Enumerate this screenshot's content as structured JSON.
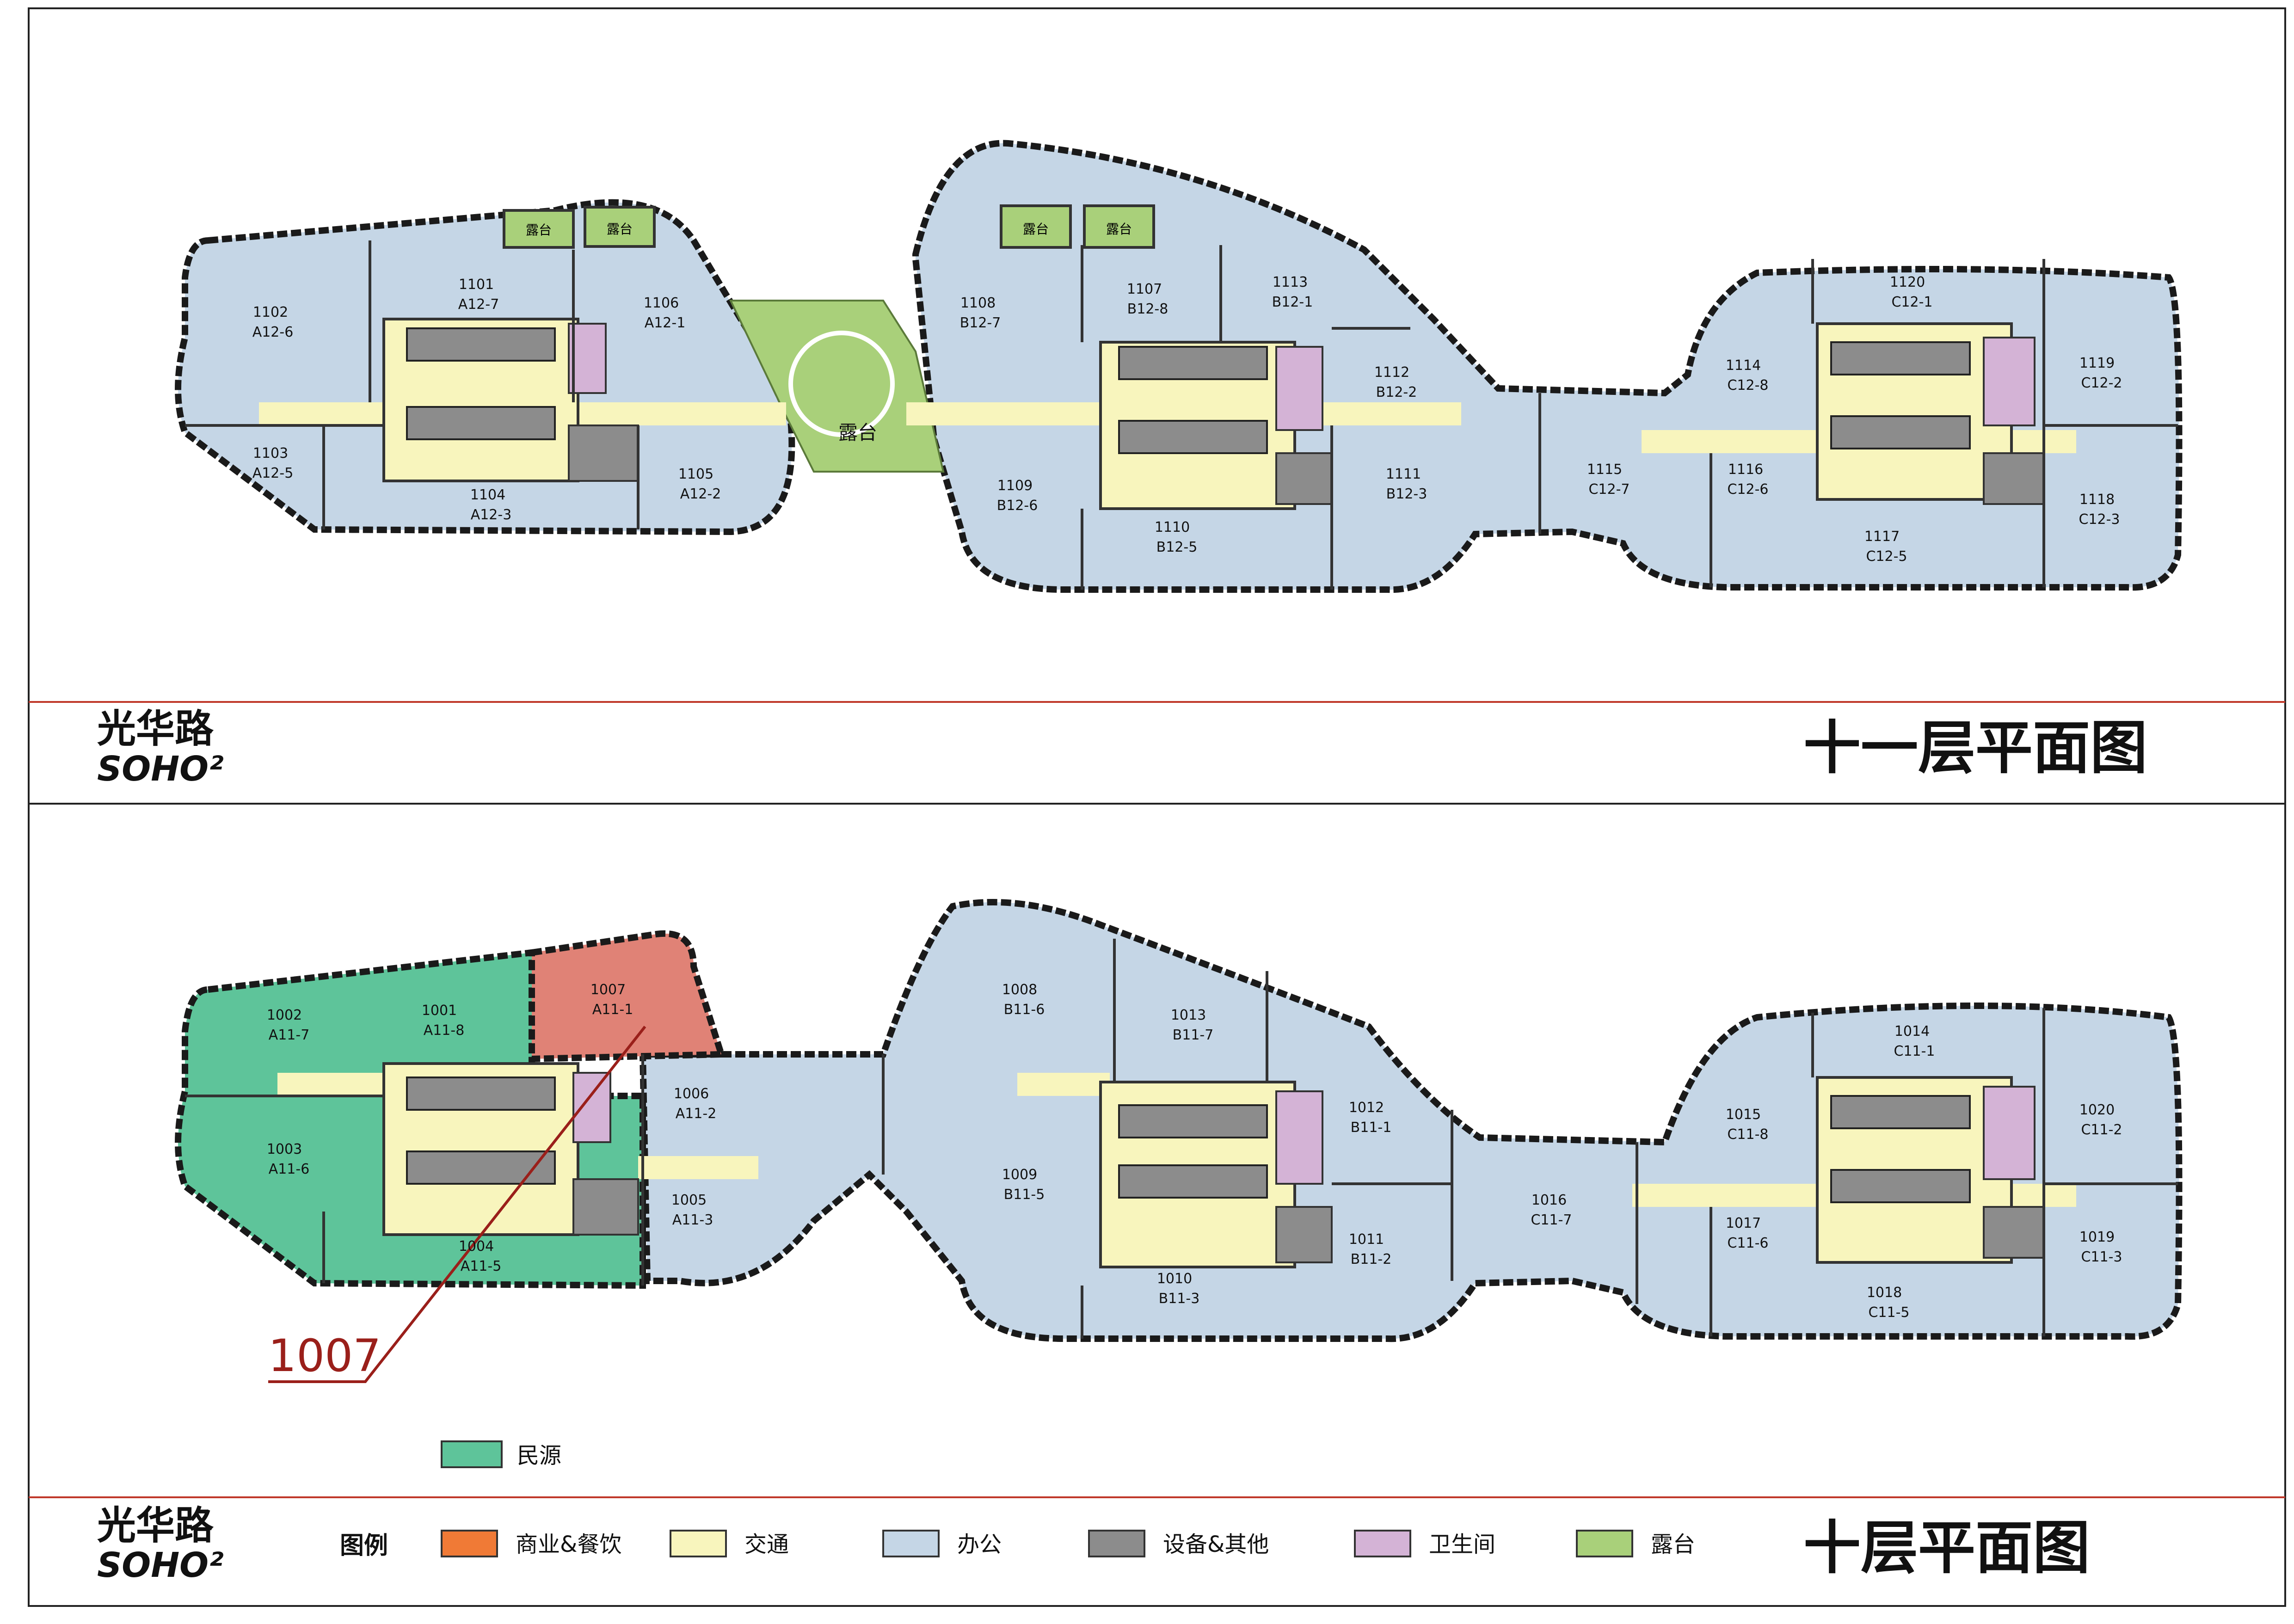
{
  "colors": {
    "office": "#c5d6e6",
    "circulation": "#f8f5bd",
    "equipment": "#8c8c8c",
    "restroom": "#d4b3d6",
    "terrace": "#a9d07a",
    "retail": "#f07a36",
    "minyuan": "#5ec49a",
    "unit1007": "#e08276",
    "outline": "#1a1a1a",
    "redline": "#c0392b",
    "leader": "#9a1f1a"
  },
  "brand": {
    "line1": "光华路",
    "line2": "SOHO²"
  },
  "floor11": {
    "title": "十一层平面图",
    "terrace_label": "露台",
    "units": [
      {
        "no": "1101",
        "code": "A12-7"
      },
      {
        "no": "1102",
        "code": "A12-6"
      },
      {
        "no": "1103",
        "code": "A12-5"
      },
      {
        "no": "1104",
        "code": "A12-3"
      },
      {
        "no": "1105",
        "code": "A12-2"
      },
      {
        "no": "1106",
        "code": "A12-1"
      },
      {
        "no": "1107",
        "code": "B12-8"
      },
      {
        "no": "1108",
        "code": "B12-7"
      },
      {
        "no": "1109",
        "code": "B12-6"
      },
      {
        "no": "1110",
        "code": "B12-5"
      },
      {
        "no": "1111",
        "code": "B12-3"
      },
      {
        "no": "1112",
        "code": "B12-2"
      },
      {
        "no": "1113",
        "code": "B12-1"
      },
      {
        "no": "1114",
        "code": "C12-8"
      },
      {
        "no": "1115",
        "code": "C12-7"
      },
      {
        "no": "1116",
        "code": "C12-6"
      },
      {
        "no": "1117",
        "code": "C12-5"
      },
      {
        "no": "1118",
        "code": "C12-3"
      },
      {
        "no": "1119",
        "code": "C12-2"
      },
      {
        "no": "1120",
        "code": "C12-1"
      }
    ]
  },
  "floor10": {
    "title": "十层平面图",
    "callout": "1007",
    "units": [
      {
        "no": "1001",
        "code": "A11-8"
      },
      {
        "no": "1002",
        "code": "A11-7"
      },
      {
        "no": "1003",
        "code": "A11-6"
      },
      {
        "no": "1004",
        "code": "A11-5"
      },
      {
        "no": "1005",
        "code": "A11-3"
      },
      {
        "no": "1006",
        "code": "A11-2"
      },
      {
        "no": "1007",
        "code": "A11-1"
      },
      {
        "no": "1008",
        "code": "B11-6"
      },
      {
        "no": "1009",
        "code": "B11-5"
      },
      {
        "no": "1010",
        "code": "B11-3"
      },
      {
        "no": "1011",
        "code": "B11-2"
      },
      {
        "no": "1012",
        "code": "B11-1"
      },
      {
        "no": "1013",
        "code": "B11-7"
      },
      {
        "no": "1014",
        "code": "C11-1"
      },
      {
        "no": "1015",
        "code": "C11-8"
      },
      {
        "no": "1016",
        "code": "C11-7"
      },
      {
        "no": "1017",
        "code": "C11-6"
      },
      {
        "no": "1018",
        "code": "C11-5"
      },
      {
        "no": "1019",
        "code": "C11-3"
      },
      {
        "no": "1020",
        "code": "C11-2"
      }
    ]
  },
  "minyuan_legend": "民源",
  "legend": {
    "title": "图例",
    "items": [
      {
        "label": "商业&餐饮",
        "color": "#f07a36"
      },
      {
        "label": "交通",
        "color": "#f8f5bd"
      },
      {
        "label": "办公",
        "color": "#c5d6e6"
      },
      {
        "label": "设备&其他",
        "color": "#8c8c8c"
      },
      {
        "label": "卫生间",
        "color": "#d4b3d6"
      },
      {
        "label": "露台",
        "color": "#a9d07a"
      }
    ]
  }
}
